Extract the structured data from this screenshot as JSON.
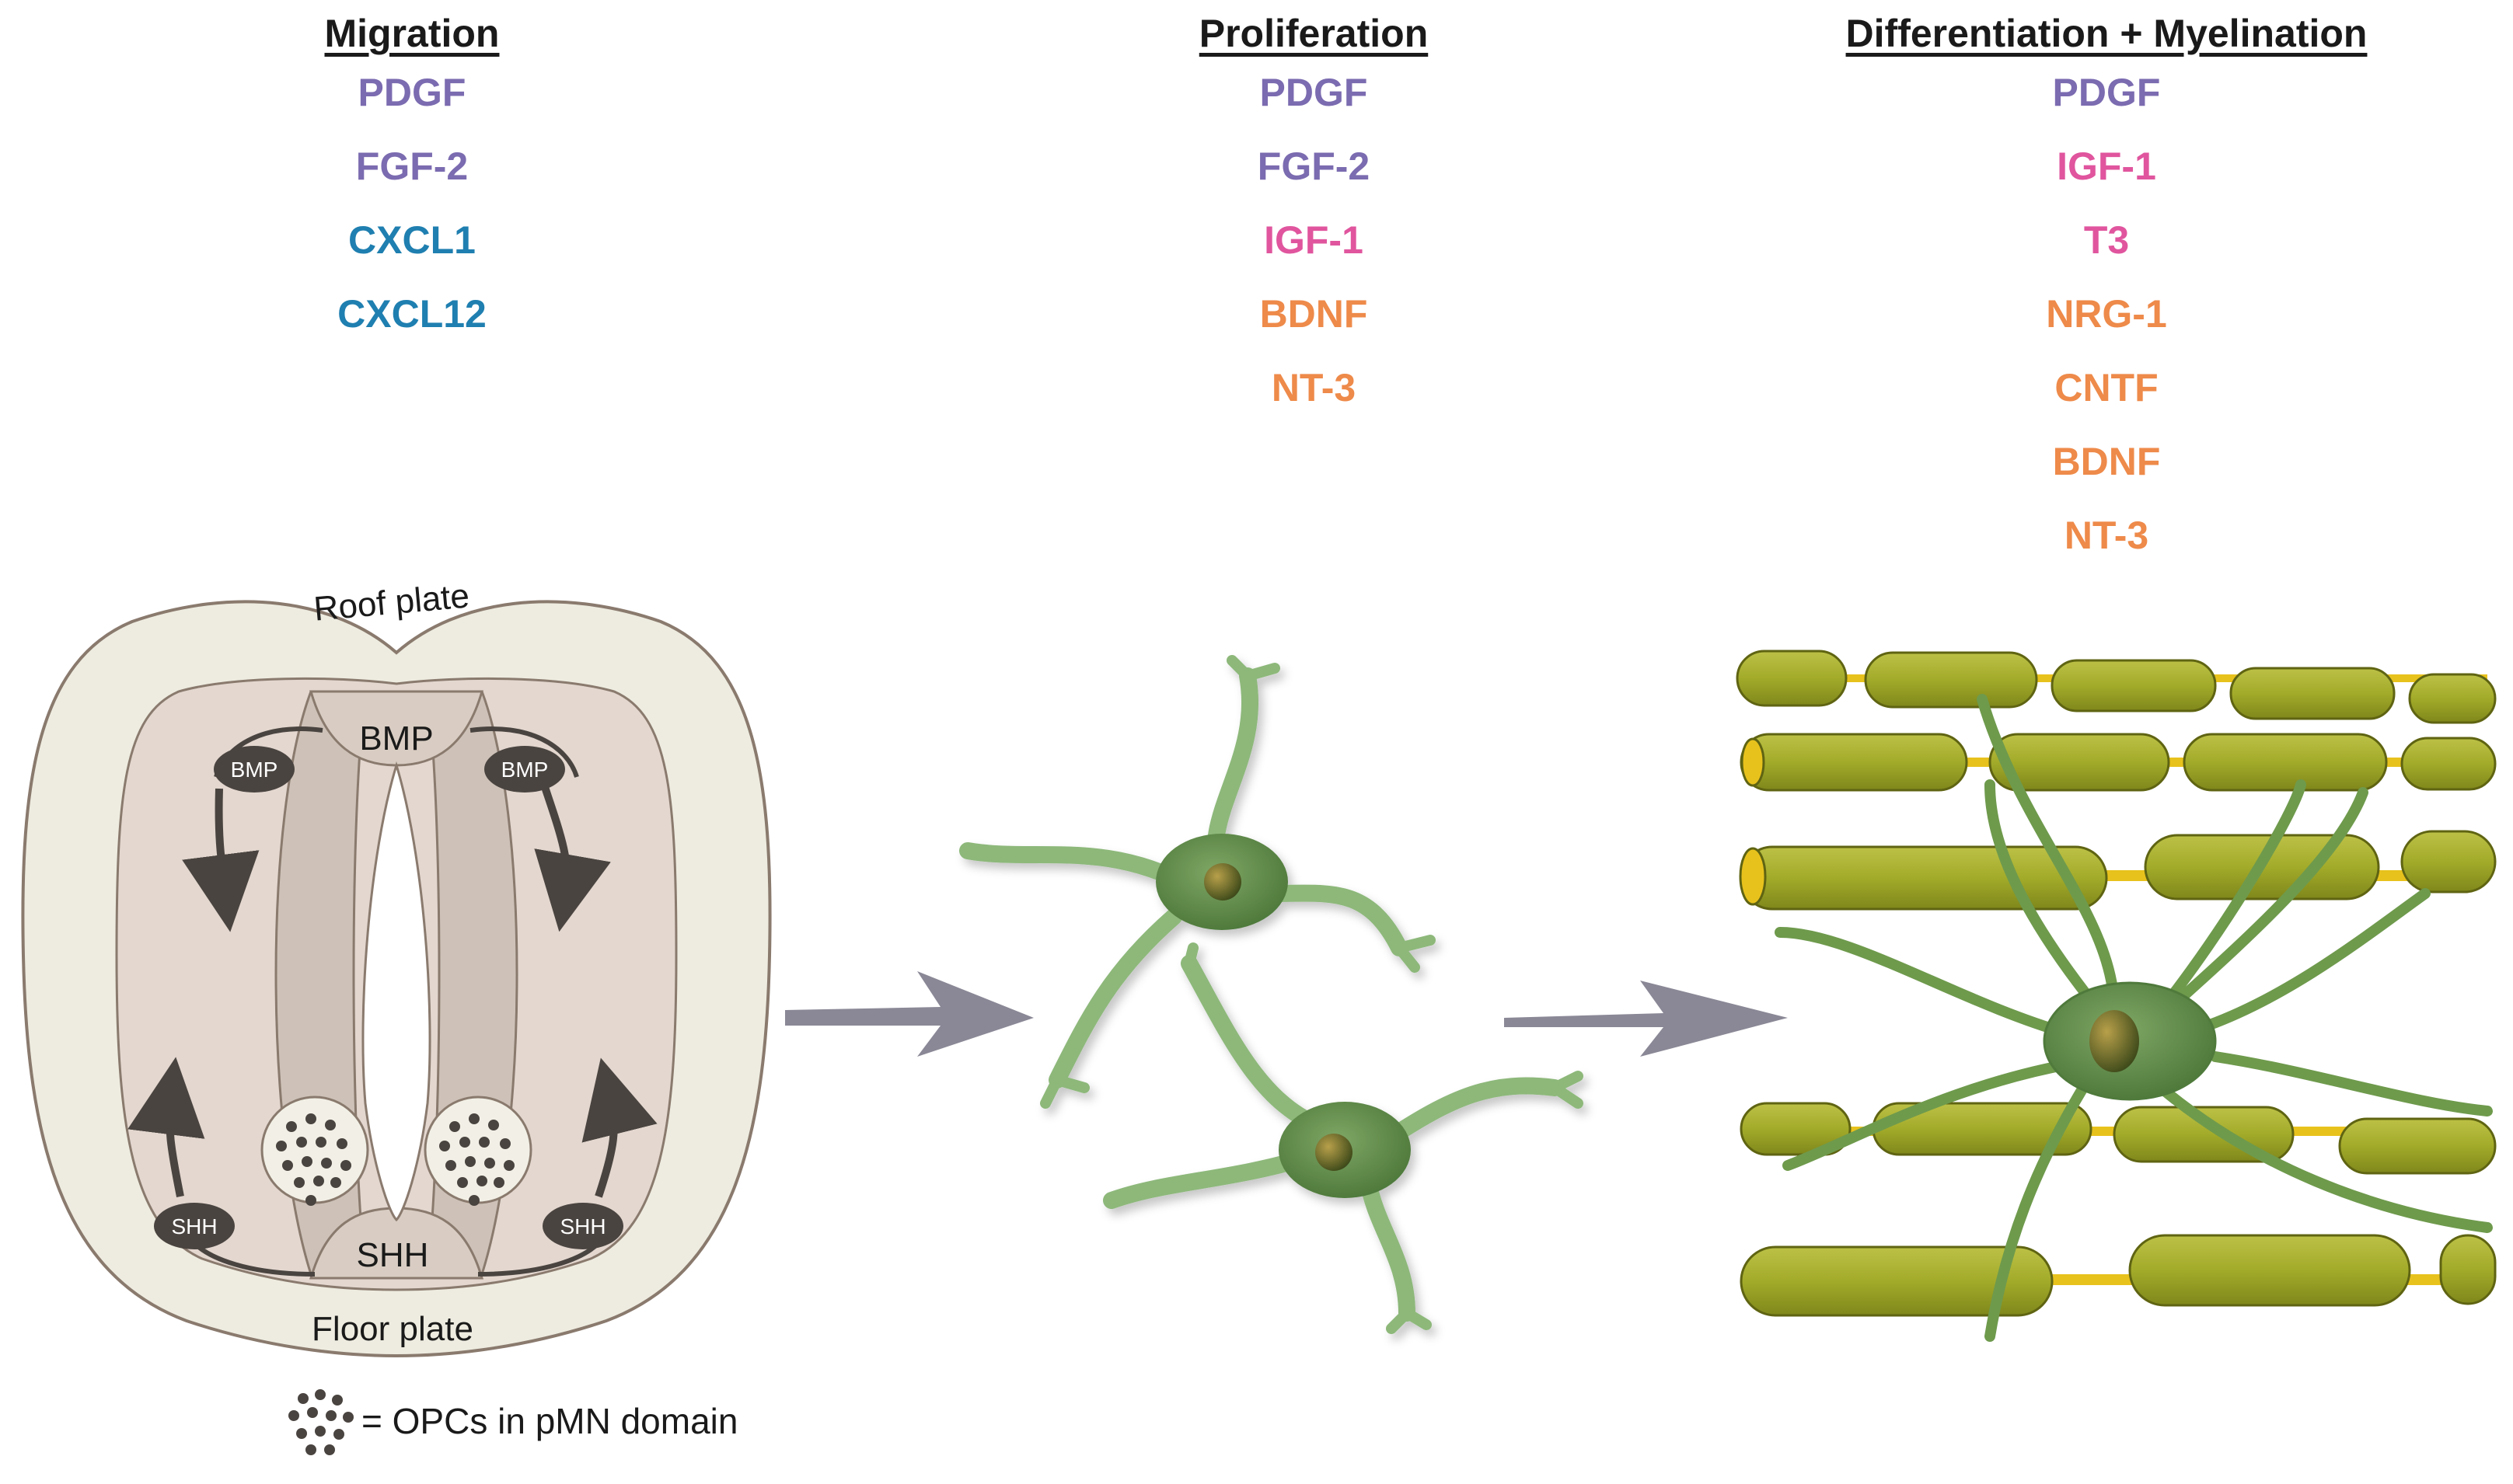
{
  "columns": [
    {
      "title": "Migration",
      "factors": [
        {
          "label": "PDGF",
          "color": "#7b6bb0"
        },
        {
          "label": "FGF-2",
          "color": "#7b6bb0"
        },
        {
          "label": "CXCL1",
          "color": "#1f7fb0"
        },
        {
          "label": "CXCL12",
          "color": "#1f7fb0"
        }
      ]
    },
    {
      "title": "Proliferation",
      "factors": [
        {
          "label": "PDGF",
          "color": "#7b6bb0"
        },
        {
          "label": "FGF-2",
          "color": "#7b6bb0"
        },
        {
          "label": "IGF-1",
          "color": "#e0559e"
        },
        {
          "label": "BDNF",
          "color": "#ee8a4a"
        },
        {
          "label": "NT-3",
          "color": "#ee8a4a"
        }
      ]
    },
    {
      "title": "Differentiation + Myelination",
      "factors": [
        {
          "label": "PDGF",
          "color": "#7b6bb0"
        },
        {
          "label": "IGF-1",
          "color": "#e0559e"
        },
        {
          "label": "T3",
          "color": "#e0559e"
        },
        {
          "label": "NRG-1",
          "color": "#ee8a4a"
        },
        {
          "label": "CNTF",
          "color": "#ee8a4a"
        },
        {
          "label": "BDNF",
          "color": "#ee8a4a"
        },
        {
          "label": "NT-3",
          "color": "#ee8a4a"
        }
      ]
    }
  ],
  "spinal_cord": {
    "roof_plate": "Roof plate",
    "floor_plate": "Floor plate",
    "bmp_center": "BMP",
    "shh_center": "SHH",
    "bmp_badge": "BMP",
    "shh_badge": "SHH",
    "legend": "= OPCs in pMN domain"
  },
  "colors": {
    "cell_green": "#8db87a",
    "axon_olive": "#a3ab2a",
    "node_yellow": "#e8c21c",
    "arrow_gray": "#8a8896"
  }
}
